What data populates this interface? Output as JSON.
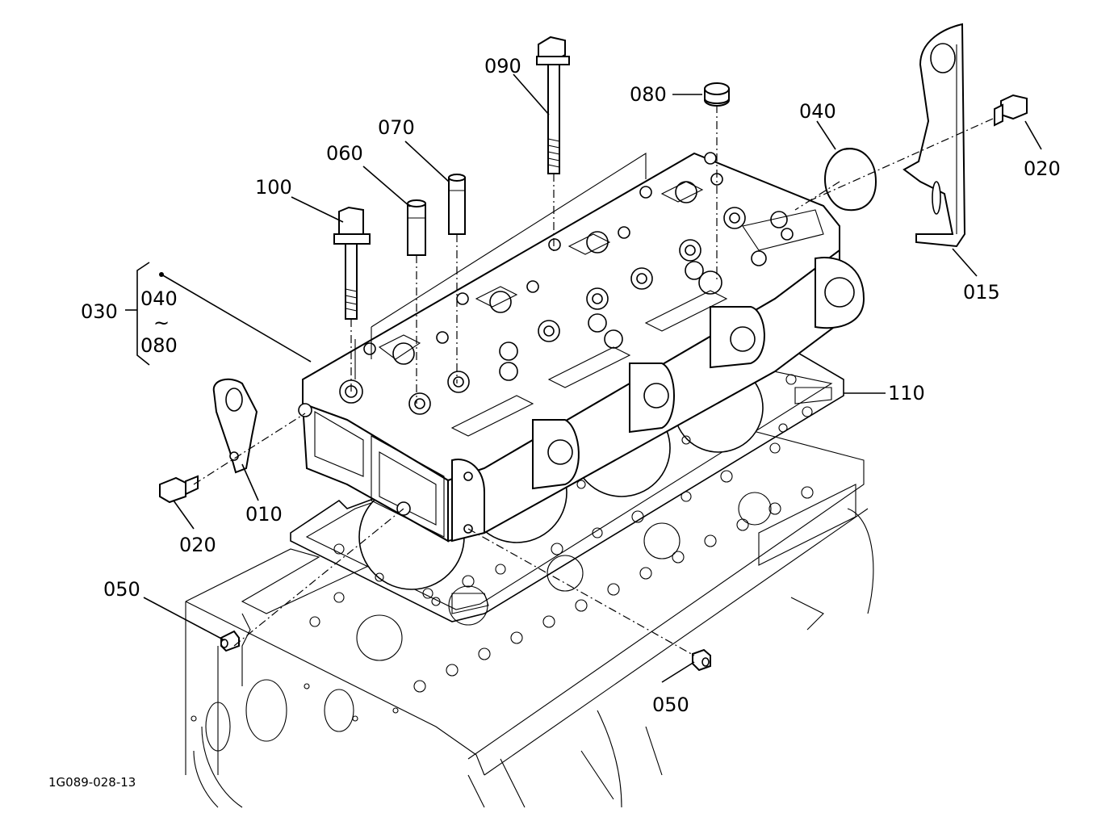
{
  "labels": {
    "l090": "090",
    "l080_top": "080",
    "l040_right": "040",
    "l020_right": "020",
    "l070": "070",
    "l060": "060",
    "l100": "100",
    "l015": "015",
    "l030": "030",
    "l040_range": "040",
    "l080_range": "080",
    "tilde": "~",
    "l110": "110",
    "l010": "010",
    "l020_left": "020",
    "l050_left": "050",
    "l050_right": "050"
  },
  "figure_code": "1G089-028-13"
}
